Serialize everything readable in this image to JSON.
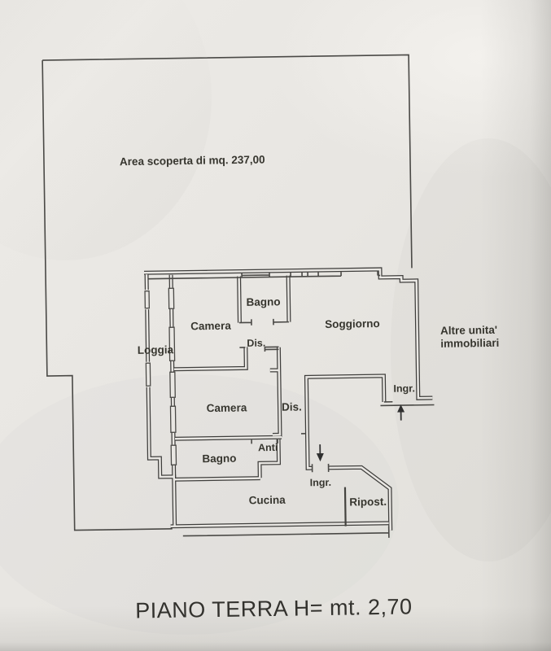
{
  "document": {
    "floor_title": "PIANO TERRA H= mt. 2,70"
  },
  "plan": {
    "outdoor_area_label": "Area scoperta di mq. 237,00",
    "rooms": [
      {
        "id": "camera-1",
        "label": "Camera"
      },
      {
        "id": "bagno-1",
        "label": "Bagno"
      },
      {
        "id": "soggiorno",
        "label": "Soggiorno"
      },
      {
        "id": "loggia",
        "label": "Loggia"
      },
      {
        "id": "dis-1",
        "label": "Dis."
      },
      {
        "id": "camera-2",
        "label": "Camera"
      },
      {
        "id": "dis-2",
        "label": "Dis."
      },
      {
        "id": "ingresso-right",
        "label": "Ingr."
      },
      {
        "id": "anti",
        "label": "Anti"
      },
      {
        "id": "bagno-2",
        "label": "Bagno"
      },
      {
        "id": "cucina",
        "label": "Cucina"
      },
      {
        "id": "ingresso-bottom",
        "label": "Ingr."
      },
      {
        "id": "ripostiglio",
        "label": "Ripost."
      }
    ],
    "annotations": [
      {
        "id": "altre-unita-line-1",
        "text": "Altre unita'"
      },
      {
        "id": "altre-unita-line-2",
        "text": "immobiliari"
      }
    ]
  },
  "colors": {
    "paper": "#e8e6e2",
    "ink": "#3f3e3c",
    "label_ink": "#37362f"
  }
}
